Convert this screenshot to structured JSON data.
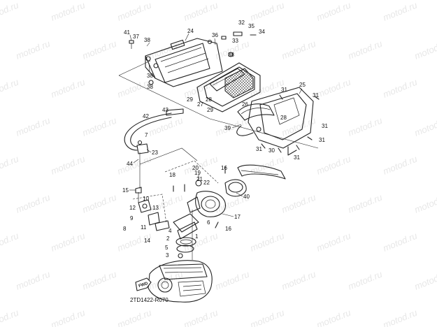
{
  "watermark": "motod.ru",
  "drawing_code": "2TD1422-R070",
  "direction_mark": "FWD",
  "callouts": [
    "1",
    "2",
    "3",
    "4",
    "5",
    "6",
    "7",
    "8",
    "9",
    "10",
    "11",
    "12",
    "13",
    "14",
    "15",
    "16",
    "17",
    "18",
    "19",
    "20",
    "21",
    "22",
    "23",
    "24",
    "25",
    "26",
    "27",
    "28",
    "29",
    "30",
    "31",
    "32",
    "33",
    "34",
    "35",
    "36",
    "37",
    "38",
    "39",
    "40",
    "41",
    "42",
    "43",
    "44"
  ]
}
